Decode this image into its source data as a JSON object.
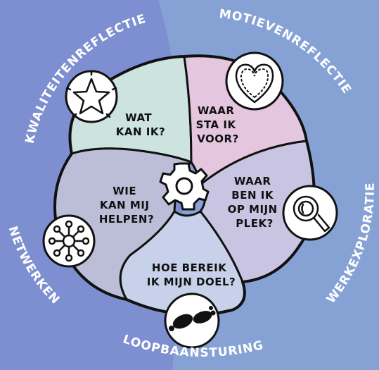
{
  "center_icon": "gear-icon",
  "colors": {
    "background": "#7b93cf",
    "qualities": "#cce3df",
    "motives": "#e4c6df",
    "work": "#c8c4e2",
    "steering": "#c7d2ea",
    "network": "#bcbed8"
  },
  "segments": {
    "qualities": {
      "lines": [
        "WAT",
        "KAN IK?"
      ],
      "icon": "star-icon"
    },
    "motives": {
      "lines": [
        "WAAR",
        "STA IK",
        "VOOR?"
      ],
      "icon": "heart-icon"
    },
    "work": {
      "lines": [
        "WAAR",
        "BEN IK",
        "OP MIJN",
        "PLEK?"
      ],
      "icon": "magnifier-icon"
    },
    "steering": {
      "lines": [
        "HOE BEREIK",
        "IK MIJN DOEL?"
      ],
      "icon": "footprints-icon"
    },
    "network": {
      "lines": [
        "WIE",
        "KAN MIJ",
        "HELPEN?"
      ],
      "icon": "network-icon"
    }
  },
  "ring_labels": {
    "qualities": "KWALITEITENREFLECTIE",
    "motives": "MOTIEVENREFLECTIE",
    "work": "WERKEXPLORATIE",
    "steering": "LOOPBAANSTURING",
    "network": "NETWERKEN"
  }
}
